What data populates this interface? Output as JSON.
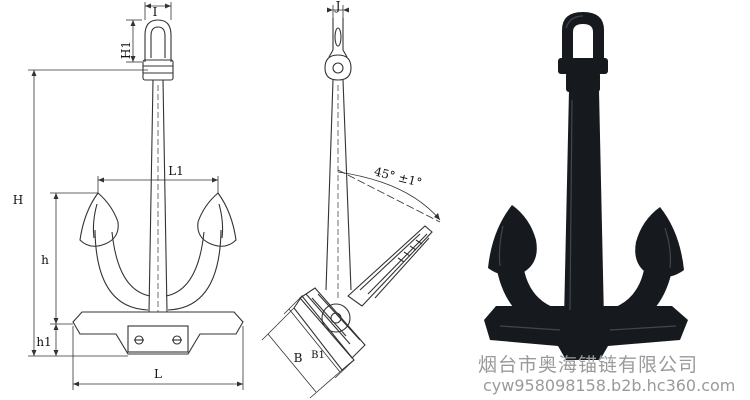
{
  "labels": {
    "L": "L",
    "L1": "L1",
    "H": "H",
    "h": "h",
    "h1": "h1",
    "H1": "H1",
    "I": "I",
    "J": "J",
    "B": "B",
    "B1": "B1",
    "angle": "45° ±1°"
  },
  "watermark": {
    "company": "烟台市奥海锚链有限公司",
    "url": "cyw958098158.b2b.hc360.com"
  },
  "colors": {
    "line": "#333333",
    "anchor_photo": "#161a1f",
    "watermark": "#9a9a9a"
  }
}
